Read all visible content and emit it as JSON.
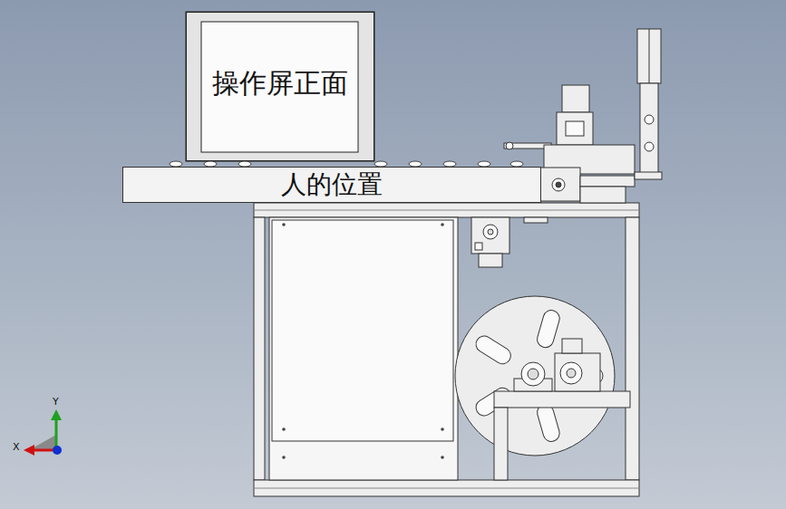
{
  "diagram": {
    "nodes": [
      {
        "text": [
          "操作屏正面"
        ]
      },
      {
        "text": [
          "人的位置"
        ]
      }
    ],
    "labels": [
      "Y",
      "X"
    ]
  }
}
